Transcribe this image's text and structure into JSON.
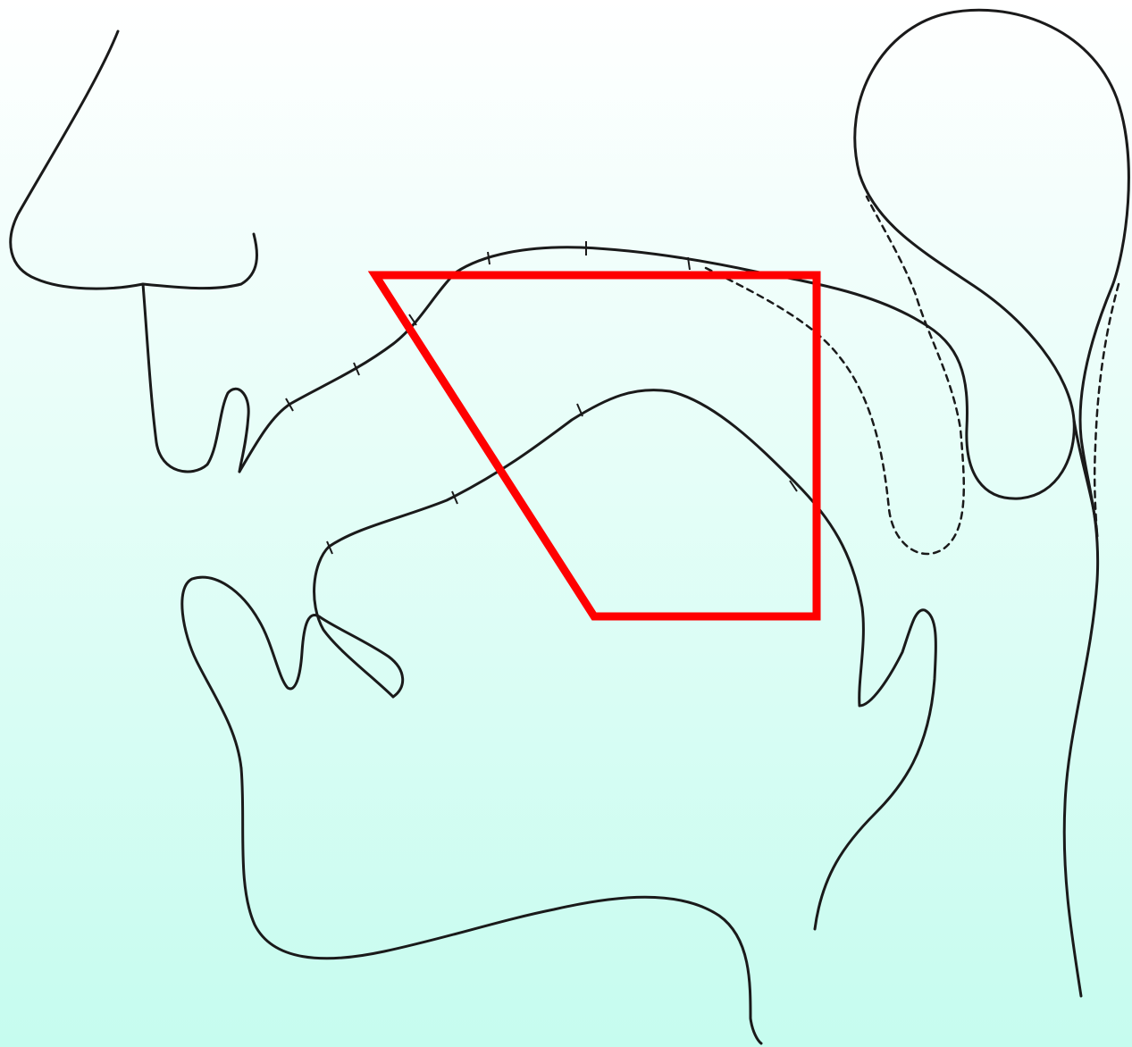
{
  "diagram": {
    "background": {
      "top_color": "#ffffff",
      "bottom_color": "#c6fcef"
    },
    "line_color": "#1a1a1a",
    "highlight_color": "#ff0000",
    "parts": [
      "nose-outline",
      "upper-lip-outline",
      "palate-outline",
      "velum-outline",
      "tongue-outline",
      "lower-lip-outline",
      "chin-outline",
      "pharynx-wall-outline",
      "epiglottis-outline",
      "velum-lowered-dashed-outline",
      "vowel-trapezium"
    ]
  }
}
